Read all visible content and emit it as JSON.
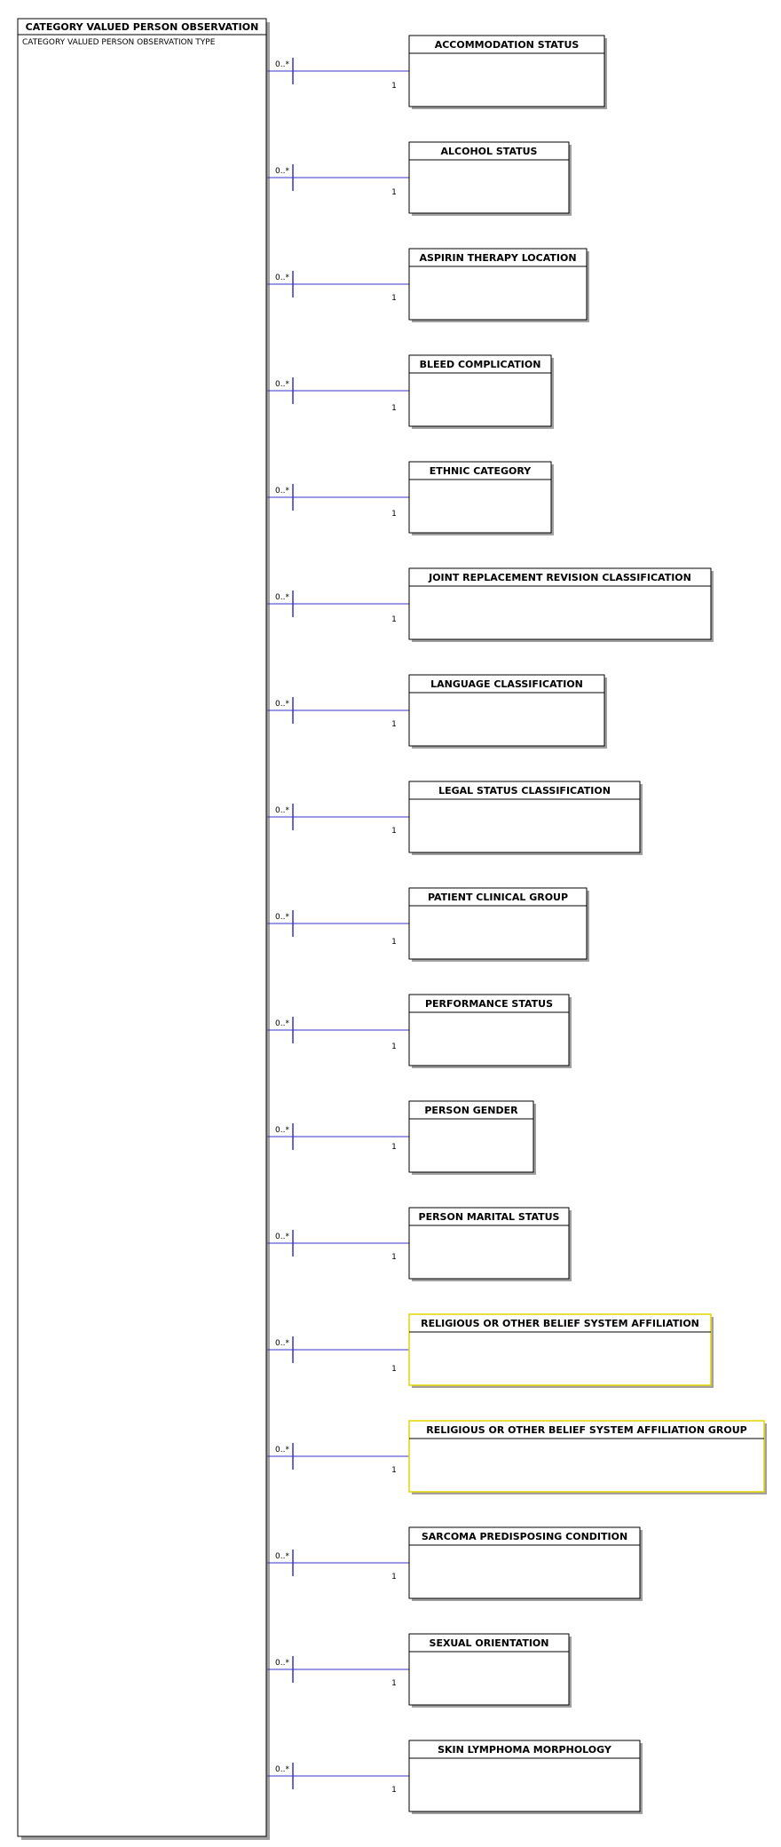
{
  "main_entity": {
    "name": "CATEGORY VALUED PERSON OBSERVATION",
    "attribute": "CATEGORY VALUED PERSON OBSERVATION TYPE"
  },
  "colors": {
    "connector": "#3333cc",
    "border": "#000000",
    "shadow": "#a0a0a0",
    "highlight_border": "#e6d200"
  },
  "relationships": [
    {
      "entity": "ACCOMMODATION STATUS",
      "source_multiplicity": "0..*",
      "target_multiplicity": "1",
      "highlighted": false
    },
    {
      "entity": "ALCOHOL STATUS",
      "source_multiplicity": "0..*",
      "target_multiplicity": "1",
      "highlighted": false
    },
    {
      "entity": "ASPIRIN THERAPY LOCATION",
      "source_multiplicity": "0..*",
      "target_multiplicity": "1",
      "highlighted": false
    },
    {
      "entity": "BLEED COMPLICATION",
      "source_multiplicity": "0..*",
      "target_multiplicity": "1",
      "highlighted": false
    },
    {
      "entity": "ETHNIC CATEGORY",
      "source_multiplicity": "0..*",
      "target_multiplicity": "1",
      "highlighted": false
    },
    {
      "entity": "JOINT REPLACEMENT REVISION CLASSIFICATION",
      "source_multiplicity": "0..*",
      "target_multiplicity": "1",
      "highlighted": false
    },
    {
      "entity": "LANGUAGE CLASSIFICATION",
      "source_multiplicity": "0..*",
      "target_multiplicity": "1",
      "highlighted": false
    },
    {
      "entity": "LEGAL STATUS CLASSIFICATION",
      "source_multiplicity": "0..*",
      "target_multiplicity": "1",
      "highlighted": false
    },
    {
      "entity": "PATIENT CLINICAL GROUP",
      "source_multiplicity": "0..*",
      "target_multiplicity": "1",
      "highlighted": false
    },
    {
      "entity": "PERFORMANCE STATUS",
      "source_multiplicity": "0..*",
      "target_multiplicity": "1",
      "highlighted": false
    },
    {
      "entity": "PERSON GENDER",
      "source_multiplicity": "0..*",
      "target_multiplicity": "1",
      "highlighted": false
    },
    {
      "entity": "PERSON MARITAL STATUS",
      "source_multiplicity": "0..*",
      "target_multiplicity": "1",
      "highlighted": false
    },
    {
      "entity": "RELIGIOUS OR OTHER BELIEF SYSTEM AFFILIATION",
      "source_multiplicity": "0..*",
      "target_multiplicity": "1",
      "highlighted": true
    },
    {
      "entity": "RELIGIOUS OR OTHER BELIEF SYSTEM AFFILIATION GROUP",
      "source_multiplicity": "0..*",
      "target_multiplicity": "1",
      "highlighted": true
    },
    {
      "entity": "SARCOMA PREDISPOSING CONDITION",
      "source_multiplicity": "0..*",
      "target_multiplicity": "1",
      "highlighted": false
    },
    {
      "entity": "SEXUAL ORIENTATION",
      "source_multiplicity": "0..*",
      "target_multiplicity": "1",
      "highlighted": false
    },
    {
      "entity": "SKIN LYMPHOMA MORPHOLOGY",
      "source_multiplicity": "0..*",
      "target_multiplicity": "1",
      "highlighted": false
    }
  ]
}
